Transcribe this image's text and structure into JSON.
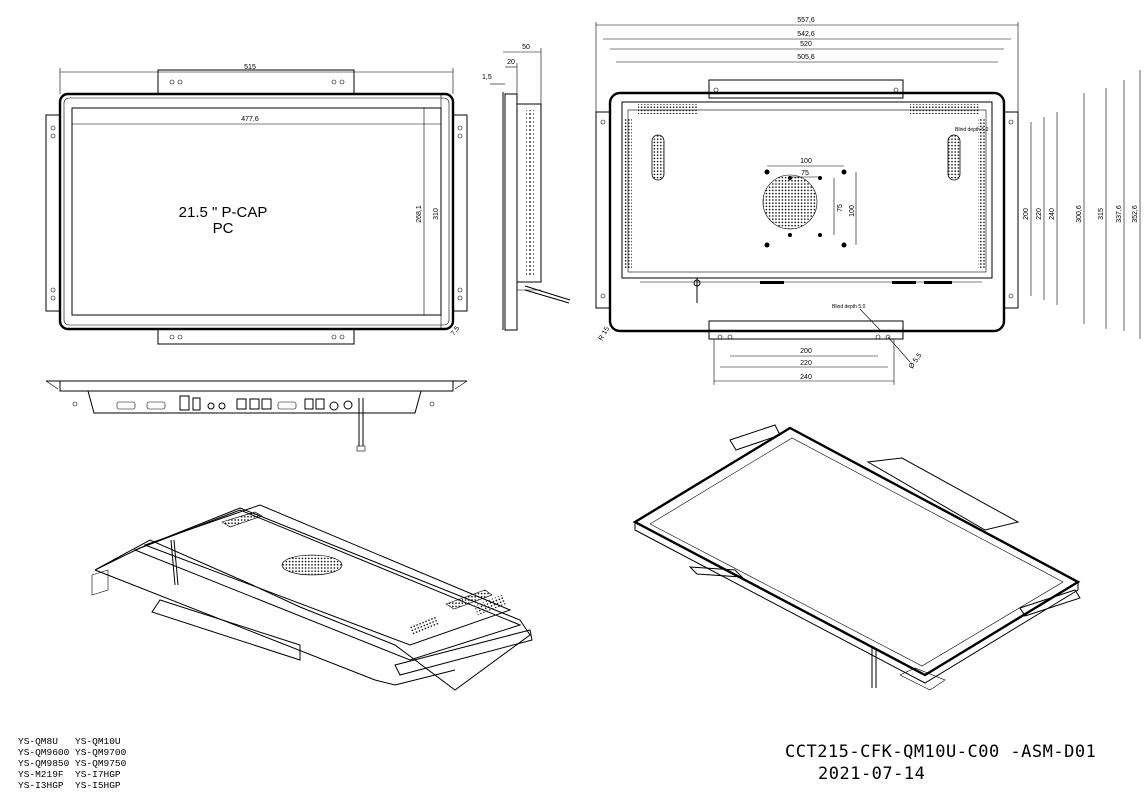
{
  "front_view": {
    "label_line1": "21.5 \" P-CAP",
    "label_line2": "PC",
    "dim_width": "515",
    "dim_active_width": "477,6",
    "dim_active_height": "268,1",
    "dim_height": "310",
    "dim_corner": "7,5"
  },
  "side_view": {
    "dim_depth": "50",
    "dim_mid": "20",
    "dim_offset": "1,5"
  },
  "rear_view": {
    "dim_w1": "557,6",
    "dim_w2": "542,6",
    "dim_w3": "520",
    "dim_w4": "505,6",
    "vesa_outer": "100",
    "vesa_inner": "75",
    "vesa_v_inner": "75",
    "vesa_v_outer": "100",
    "dim_h1": "200",
    "dim_h2": "220",
    "dim_h3": "240",
    "dim_h4": "300,6",
    "dim_h5": "315",
    "dim_h6": "337,6",
    "dim_h7": "352,6",
    "bracket_b1": "200",
    "bracket_b2": "220",
    "bracket_b3": "240",
    "hole_dia": "Ø 5,5",
    "corner_r": "R 15",
    "note1": "Blind depth 5,0",
    "note2": "Blind depth 5,0"
  },
  "models": [
    "YS-QM8U   YS-QM10U",
    "YS-QM9600 YS-QM9700",
    "YS-QM9850 YS-QM9750",
    "YS-M219F  YS-I7HGP",
    "YS-I3HGP  YS-I5HGP"
  ],
  "title_block": {
    "drawing_number": "CCT215-CFK-QM10U-C00 -ASM-D01",
    "date": "2021-07-14"
  }
}
